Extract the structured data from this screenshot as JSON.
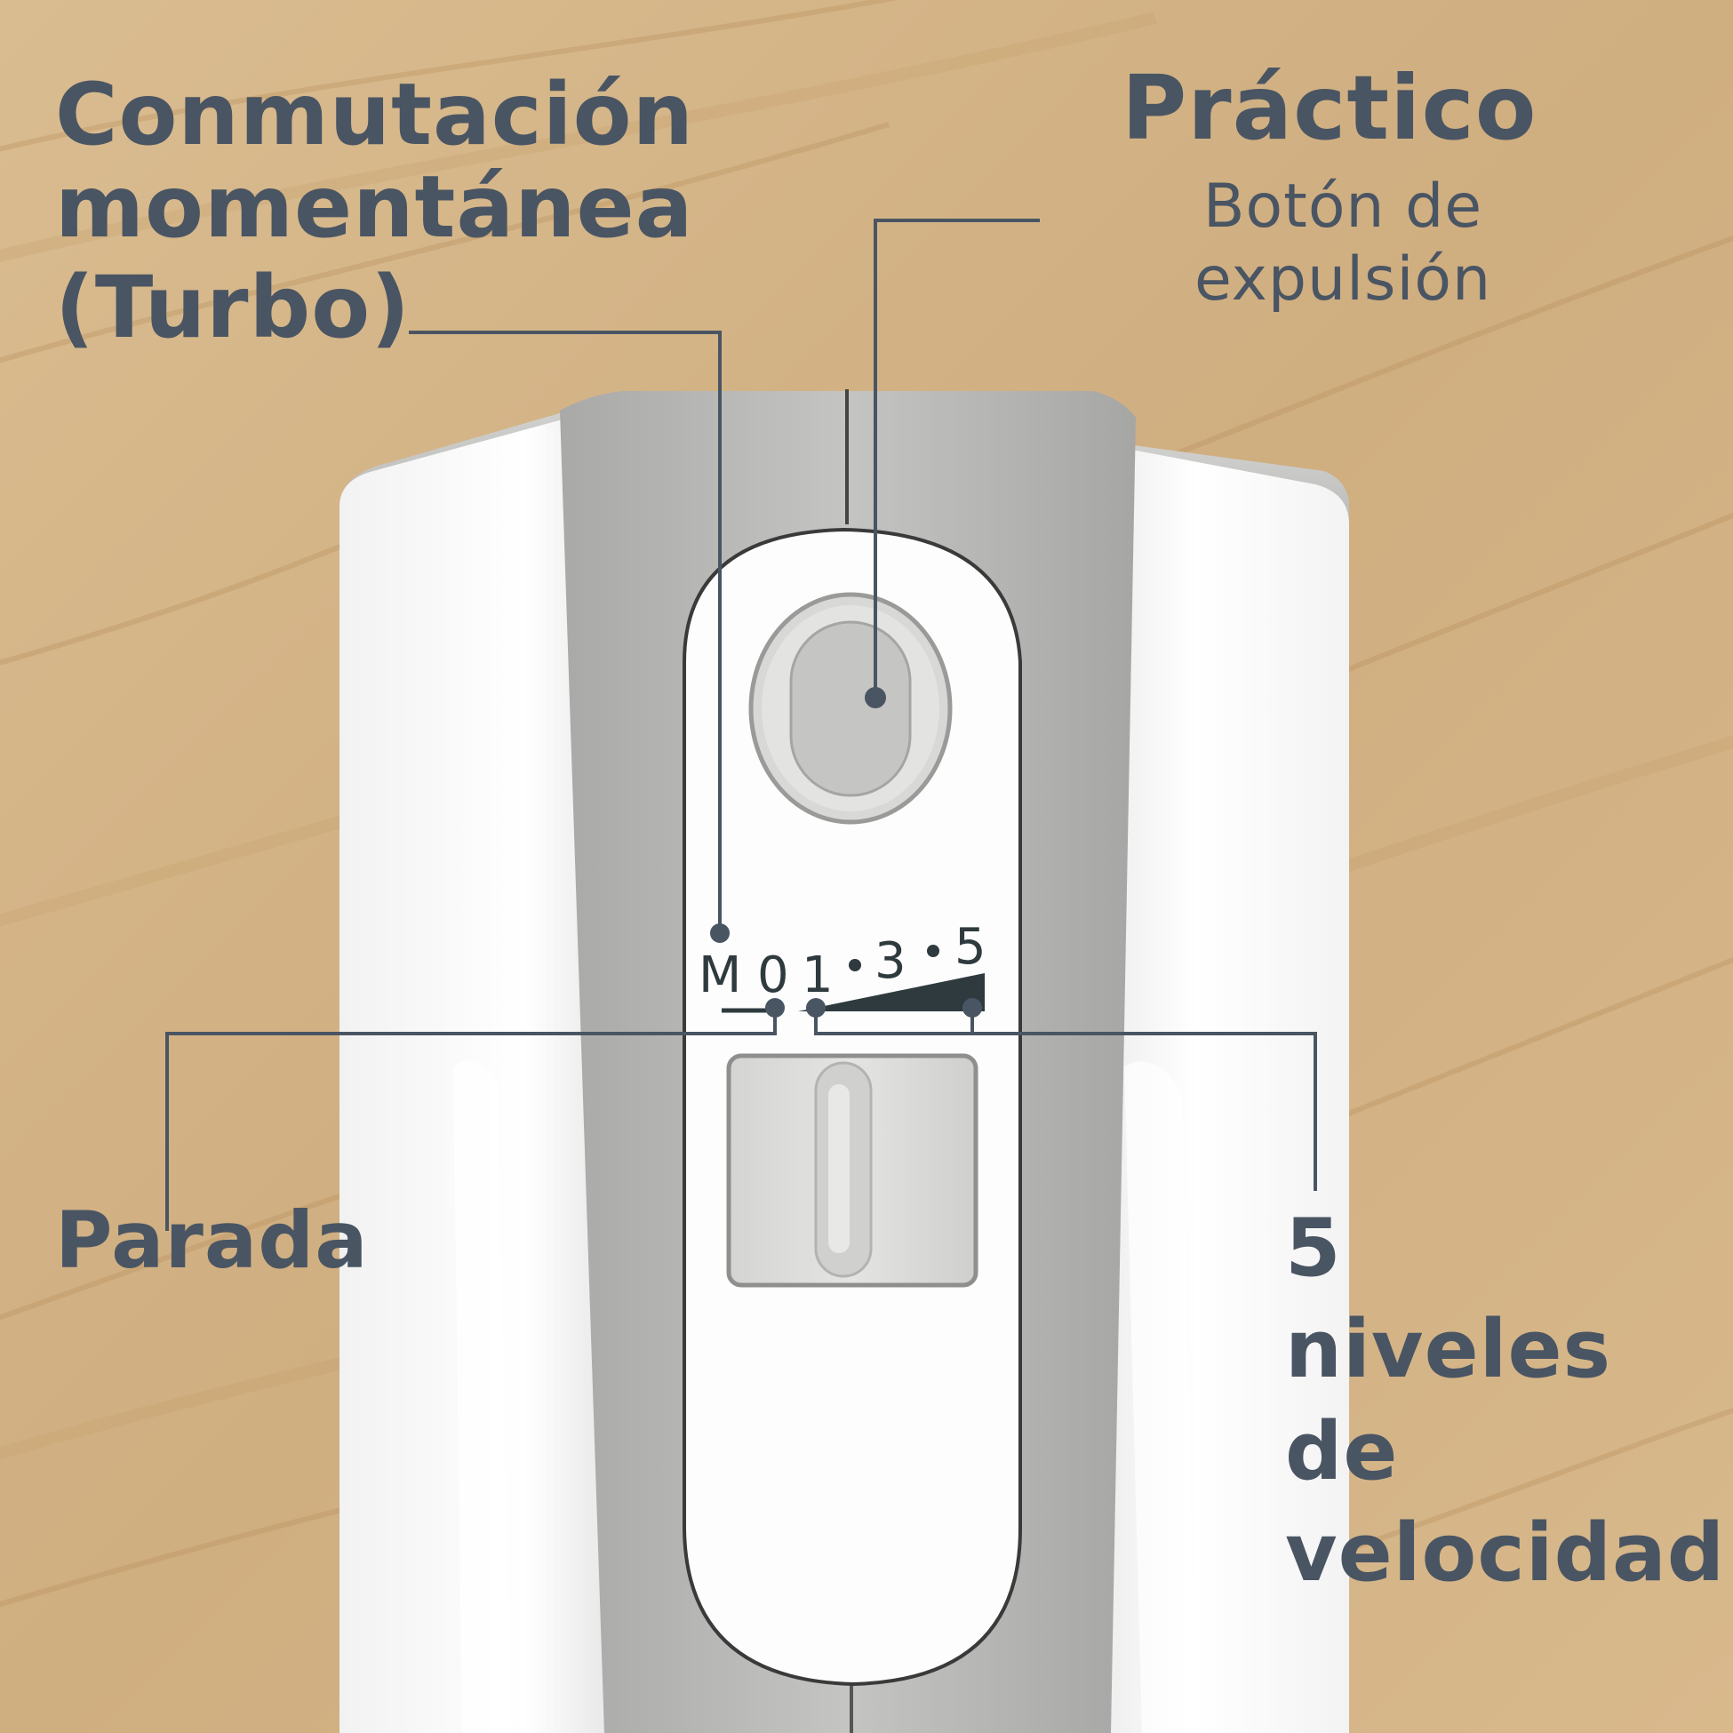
{
  "callouts": {
    "turbo": {
      "line1": "Conmutación",
      "line2": "momentánea",
      "line3": "(Turbo)"
    },
    "eject": {
      "title": "Práctico",
      "line1": "Botón de",
      "line2": "expulsión"
    },
    "stop": {
      "title": "Parada"
    },
    "speeds": {
      "line1": "5",
      "line2": "niveles",
      "line3": "de",
      "line4": "velocidad"
    }
  },
  "switch_scale": {
    "m": "M",
    "zero": "0",
    "one": "1",
    "three": "3",
    "five": "5"
  },
  "colors": {
    "text": "#4a5563",
    "wood": "#d7b689",
    "body_white": "#fbfbfb",
    "housing_grey": "#b5b5b3"
  }
}
